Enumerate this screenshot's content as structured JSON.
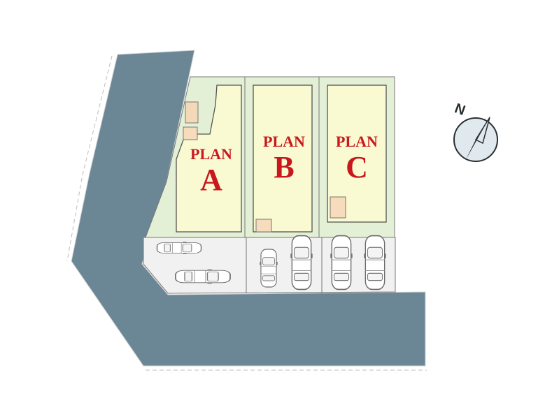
{
  "plans": [
    {
      "word": "PLAN",
      "letter": "A"
    },
    {
      "word": "PLAN",
      "letter": "B"
    },
    {
      "word": "PLAN",
      "letter": "C"
    }
  ],
  "compass": {
    "north_label": "N",
    "icon": "north-arrow-icon"
  },
  "colors": {
    "road": "#6b8796",
    "lot_fill": "#fafad2",
    "garden": "#e4f0d6",
    "paving": "#f1f1f1",
    "outline": "#555555",
    "label": "#c8181e"
  },
  "icons": [
    "car-icon",
    "north-arrow-icon",
    "entrance-step-icon",
    "storage-shed-icon"
  ]
}
